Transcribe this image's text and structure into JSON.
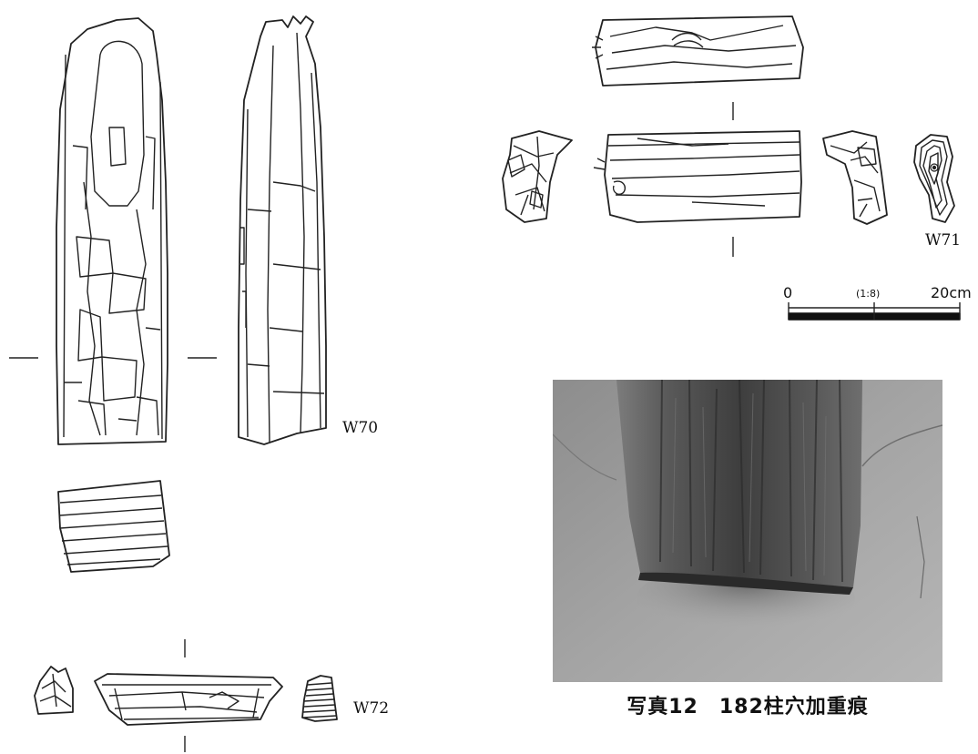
{
  "labels": {
    "w70": "W70",
    "w71": "W71",
    "w72": "W72"
  },
  "scale_bar": {
    "start": "0",
    "ratio": "(1:8)",
    "end": "20cm"
  },
  "photo": {
    "caption": "写真12　182柱穴加重痕"
  }
}
